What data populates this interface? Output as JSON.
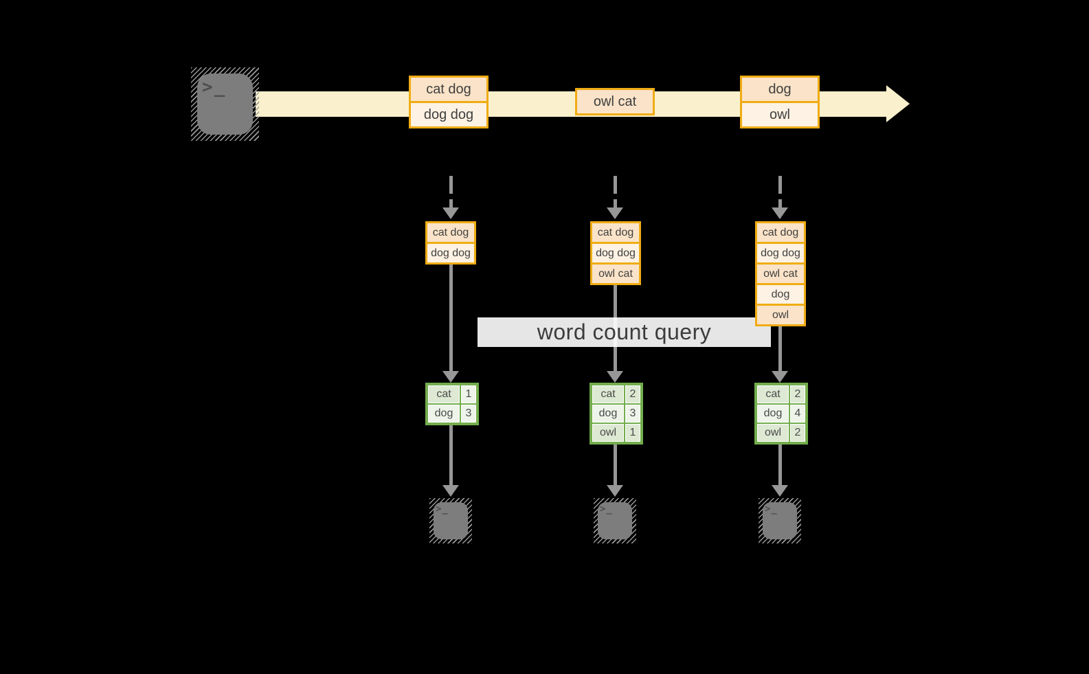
{
  "query": {
    "label": "word count query"
  },
  "icons": {
    "prompt_glyph": ">_",
    "source_icon": "terminal-icon",
    "sink_icon": "terminal-icon"
  },
  "stream": {
    "events": [
      {
        "rows": [
          "cat dog",
          "dog dog"
        ]
      },
      {
        "rows": [
          "owl cat"
        ]
      },
      {
        "rows": [
          "dog",
          "owl"
        ]
      }
    ]
  },
  "columns": [
    {
      "buffer": [
        "cat dog",
        "dog dog"
      ],
      "counts": [
        {
          "word": "cat",
          "value": "1"
        },
        {
          "word": "dog",
          "value": "3"
        }
      ]
    },
    {
      "buffer": [
        "cat dog",
        "dog dog",
        "owl cat"
      ],
      "counts": [
        {
          "word": "cat",
          "value": "2"
        },
        {
          "word": "dog",
          "value": "3"
        },
        {
          "word": "owl",
          "value": "1"
        }
      ]
    },
    {
      "buffer": [
        "cat dog",
        "dog dog",
        "owl cat",
        "dog",
        "owl"
      ],
      "counts": [
        {
          "word": "cat",
          "value": "2"
        },
        {
          "word": "dog",
          "value": "4"
        },
        {
          "word": "owl",
          "value": "2"
        }
      ]
    }
  ],
  "colors": {
    "background": "#000000",
    "stream_band": "#faf0cd",
    "box_border": "#f0ac14",
    "box_fill_dark": "#fae3c8",
    "box_fill_light": "#fdf2e3",
    "table_border": "#73ad4d",
    "table_cell_dark": "#dde9d3",
    "table_cell_light": "#eef4e9",
    "arrow_gray": "#979797",
    "terminal_gray": "#7d7d7d",
    "text": "#3f3f3f"
  }
}
